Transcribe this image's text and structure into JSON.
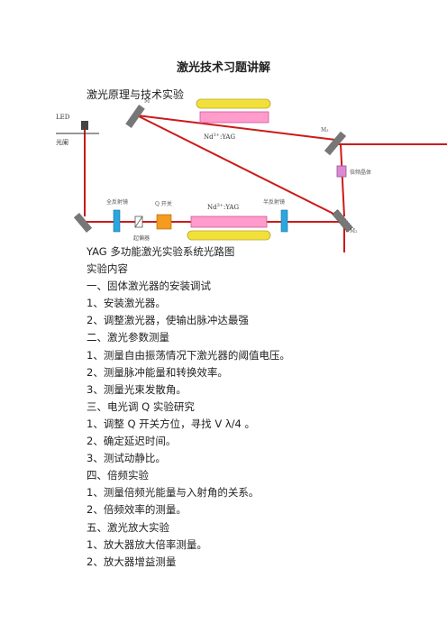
{
  "title": "激光技术习题讲解",
  "section_heading": "激光原理与技术实验",
  "diagram": {
    "label_led": "LED",
    "label_light_screen": "光阑",
    "label_m1": "M",
    "label_m3": "M₃",
    "label_m2": "M₂",
    "label_nd_top_base": "Nd",
    "label_nd_top_sup": "3+",
    "label_nd_top_rest": ":YAG",
    "label_nd_mid_base": "Nd",
    "label_nd_mid_sup": "3+",
    "label_nd_mid_rest": ":YAG",
    "label_doubler": "倍频晶体",
    "label_full_mirror": "全反射镜",
    "label_q_switch": "Q 开关",
    "label_half_mirror": "半反射镜",
    "label_polarizer": "起偏器",
    "colors": {
      "beam": "#cc1a1a",
      "rod": "#ff9ccb",
      "lamp": "#f2e03a",
      "mirror": "#2aa6e0",
      "q_switch": "#f59b1d",
      "doubler": "#d98ad0"
    }
  },
  "lines": [
    "YAG 多功能激光实验系统光路图",
    "实验内容",
    "一、固体激光器的安装调试",
    "1、安装激光器。",
    "2、调整激光器，使输出脉冲达最强",
    "二、激光参数测量",
    "1、测量自由振荡情况下激光器的阈值电压。",
    "2、测量脉冲能量和转换效率。",
    "3、测量光束发散角。",
    "三、电光调 Q 实验研究",
    "1、调整 Q 开关方位，寻找 V λ/4 。",
    "2、确定延迟时间。",
    "3、测试动静比。",
    "四、倍频实验",
    "1、测量倍频光能量与入射角的关系。",
    "2、倍频效率的测量。",
    "五、激光放大实验",
    "1、放大器放大倍率测量。",
    "2、放大器增益测量"
  ]
}
